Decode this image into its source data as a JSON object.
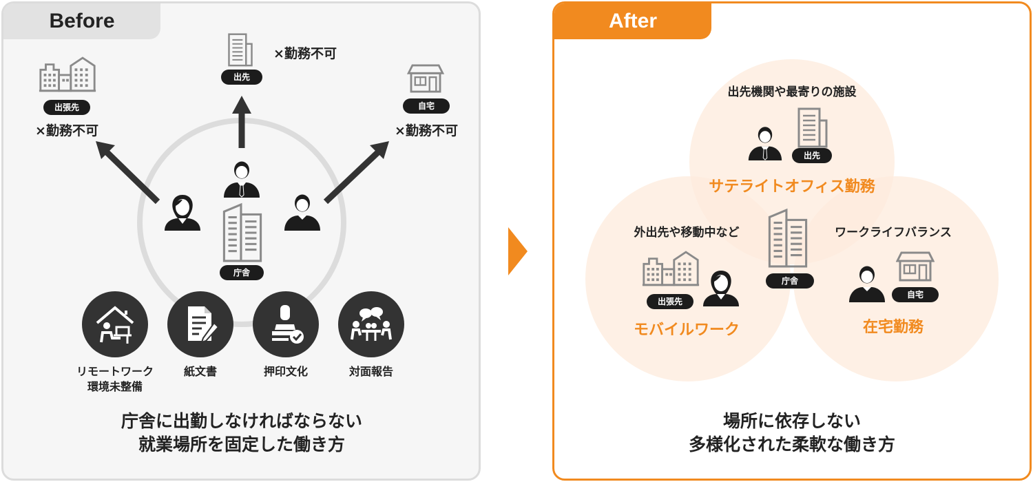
{
  "before": {
    "tab_label": "Before",
    "locations": {
      "business_trip": {
        "tag": "出張先",
        "status": "×勤務不可"
      },
      "field_office": {
        "tag": "出先",
        "status": "×勤務不可"
      },
      "home": {
        "tag": "自宅",
        "status": "×勤務不可"
      },
      "office": {
        "tag": "庁舎"
      }
    },
    "issues": [
      {
        "line1": "リモートワーク",
        "line2": "環境未整備",
        "icon": "remote-work-home-icon"
      },
      {
        "line1": "紙文書",
        "line2": "",
        "icon": "paper-document-icon"
      },
      {
        "line1": "押印文化",
        "line2": "",
        "icon": "seal-stamp-icon"
      },
      {
        "line1": "対面報告",
        "line2": "",
        "icon": "face-to-face-meeting-icon"
      }
    ],
    "summary": {
      "line1": "庁舎に出勤しなければならない",
      "line2": "就業場所を固定した働き方"
    }
  },
  "after": {
    "tab_label": "After",
    "satellite": {
      "caption": "出先機関や最寄りの施設",
      "tag": "出先",
      "title": "サテライトオフィス勤務"
    },
    "mobile": {
      "caption": "外出先や移動中など",
      "tag": "出張先",
      "title": "モバイルワーク"
    },
    "home": {
      "caption": "ワークライフバランス",
      "tag": "自宅",
      "title": "在宅勤務"
    },
    "office": {
      "tag": "庁舎"
    },
    "summary": {
      "line1": "場所に依存しない",
      "line2": "多様化された柔軟な働き方"
    }
  },
  "colors": {
    "accent": "#f18a1f",
    "dark": "#333333",
    "gray_border": "#dcdcdc",
    "light_orange": "#fdebdc"
  }
}
